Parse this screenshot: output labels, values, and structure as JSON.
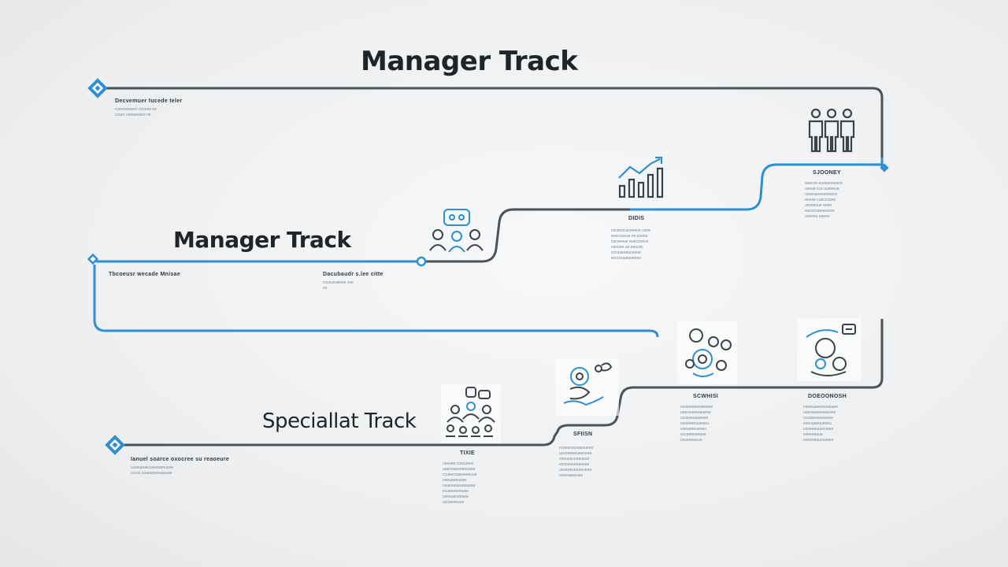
{
  "titles": {
    "main": "Manager Track",
    "manager": "Manager Track",
    "specialist": "Speciallat Track"
  },
  "colors": {
    "accent_blue": "#2f8fd0",
    "line_dark": "#4b525a",
    "text_dark": "#1f2428"
  },
  "icons": [
    "diamond-start-icon",
    "team-icon",
    "growth-chart-icon",
    "collaboration-icon",
    "speech-bubble-icon",
    "specialist-group-icon",
    "network-icon",
    "person-chat-icon"
  ],
  "labels": {
    "top_start": "Decvemuer tucede teler",
    "mgr_start": "Tbcoeusr wecade Mnisae",
    "mgr_mid": "Dacubaudr s.lee citte",
    "growth": "DIDIS",
    "team": "SJOONEY",
    "spec_start": "Ianuel soarce oxocree su reaoeure",
    "specialist_icon": "TIXIE",
    "speech": "SFIISN",
    "collab": "SCWHISI",
    "chat": "DOEOONOSH"
  },
  "body_text": {
    "top_start": "ccevoxeeecc cccene ee\nccucc ceeueuoce ne",
    "mgr_mid": "ccucueueese cee\nee",
    "growth": "cecenecuceeene cene\neuecuceue ee eceeu\ncuceeeue euecceece\nceeuee ue eeucec\ncccuueeeuceeue\neccceuueueeeeu",
    "team": "eeecce eueueeeeece\nceeue cce uueneue\nuceeueeeeeneece\neeeee cueccceee\nuceeecue eeee\neucecceeueecee\nceeeeu uueee",
    "spec_start": "ccevueuecceeeuenucee\nccccc cuueeoeeuueuue",
    "specialist": "ceeuee cuecueee\nueeceueeeenueee\nccueecuueueeeuue\nceeueeeueee\nceueeeueueeueee\necueeeeeeuee\nceeeueceeuee\nucceeeeuue",
    "speech": "cceeuceceueeueee\nuuceeeeeueeneee\nceeuueceeeueue\necuceeeenueeee\nuceeeeceueeueee\nceeeueeeuee",
    "collab": "ceeeeeeeeueeeee\nueeceueeeeueee\nccuceeuueeeee\nceeeeeeuueeeu\nceeueeeueeeu\necceeeeeeeee\nceueeeeeue",
    "chat": "ceeeuueeeuceeuee\nueeceueeeeueeee\nccuceeuueeeeee\nceeuueeuueeeu\nuceeeeuuecueee\nceeeeeuue\neceeeeuueceeee"
  }
}
